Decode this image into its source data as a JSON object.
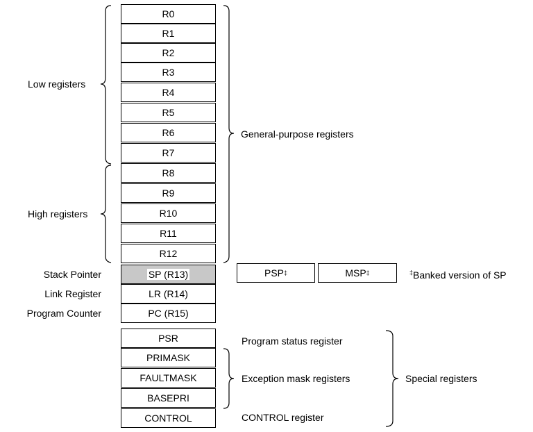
{
  "general_registers": [
    "R0",
    "R1",
    "R2",
    "R3",
    "R4",
    "R5",
    "R6",
    "R7",
    "R8",
    "R9",
    "R10",
    "R11",
    "R12"
  ],
  "stack_pointer": {
    "label": "Stack Pointer",
    "register": "SP (R13)"
  },
  "link_register": {
    "label": "Link Register",
    "register": "LR (R14)"
  },
  "program_counter": {
    "label": "Program Counter",
    "register": "PC (R15)"
  },
  "special_registers": [
    "PSR",
    "PRIMASK",
    "FAULTMASK",
    "BASEPRI",
    "CONTROL"
  ],
  "banked": {
    "psp": "PSP",
    "msp": "MSP",
    "mark": "‡",
    "note": "Banked version of SP"
  },
  "groups": {
    "low": "Low registers",
    "high": "High registers",
    "general": "General-purpose registers",
    "psr_desc": "Program status register",
    "exception_mask": "Exception mask registers",
    "control_desc": "CONTROL register",
    "special": "Special registers"
  }
}
